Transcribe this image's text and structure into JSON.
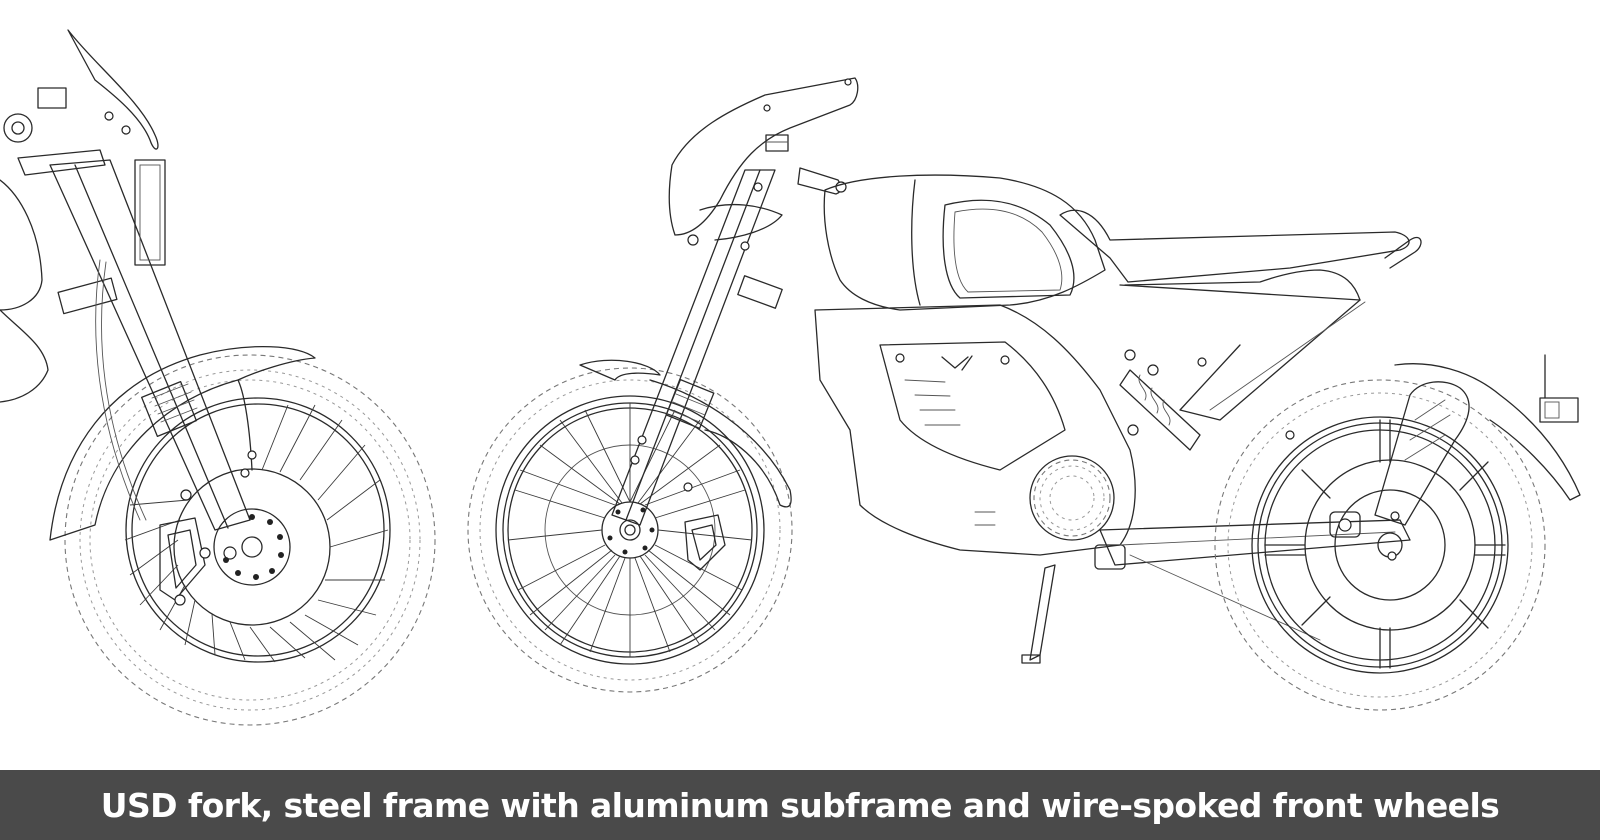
{
  "figure": {
    "views": [
      {
        "id": "left-partial-view",
        "label": "Front three-quarter partial view (cropped)"
      },
      {
        "id": "main-side-view",
        "label": "Full side view of electric motorcycle"
      }
    ],
    "logo_mark": "V/ logo on side panel"
  },
  "caption": {
    "text": "USD fork, steel frame with aluminum subframe and wire-spoked front wheels",
    "background_color": "#4a4a4a",
    "text_color": "#ffffff"
  }
}
